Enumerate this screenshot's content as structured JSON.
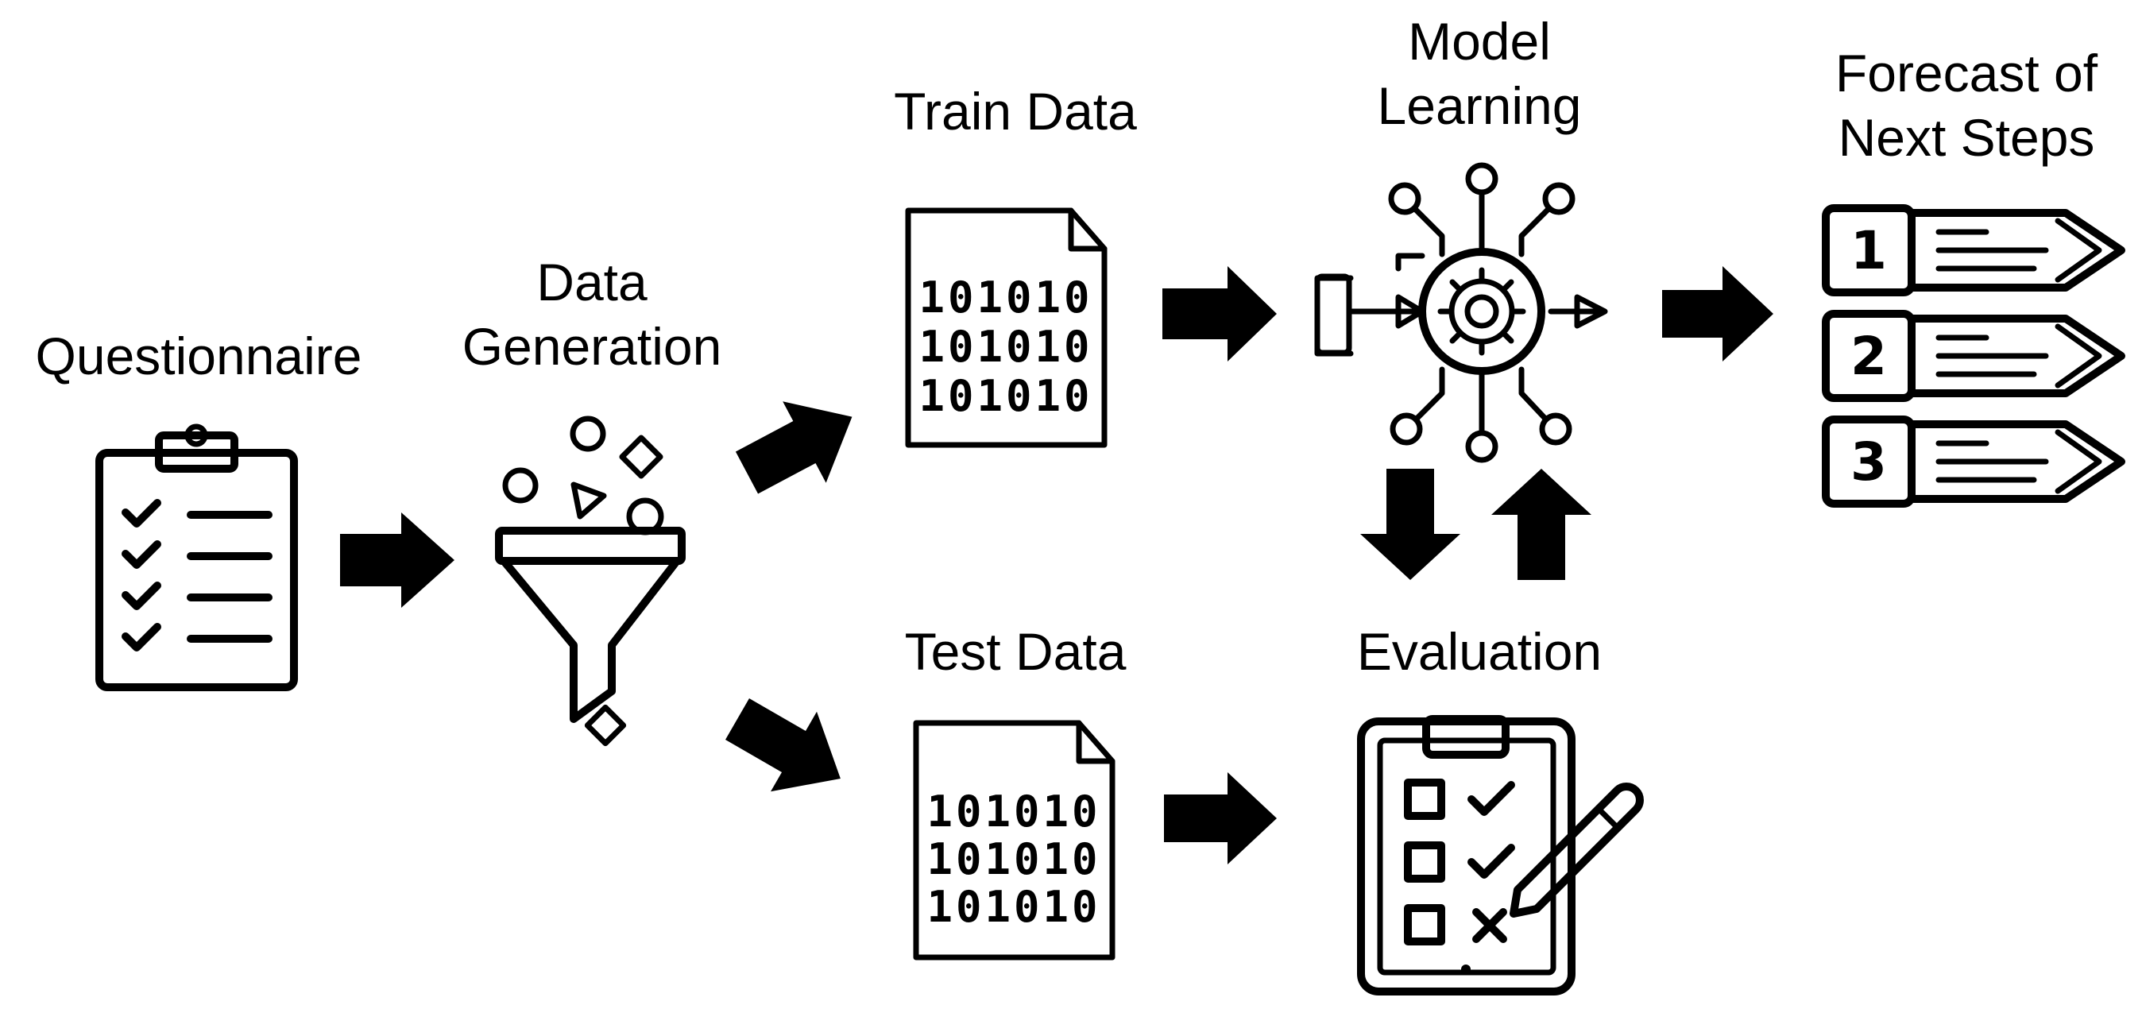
{
  "labels": {
    "questionnaire": "Questionnaire",
    "data_generation_1": "Data",
    "data_generation_2": "Generation",
    "train_data": "Train Data",
    "test_data": "Test Data",
    "model_learning_1": "Model",
    "model_learning_2": "Learning",
    "evaluation": "Evaluation",
    "forecast_1": "Forecast of",
    "forecast_2": "Next Steps"
  },
  "binary_rows": {
    "train": [
      "101010",
      "101010",
      "101010"
    ],
    "test": [
      "101010",
      "101010",
      "101010"
    ]
  },
  "forecast_steps": [
    "1",
    "2",
    "3"
  ]
}
